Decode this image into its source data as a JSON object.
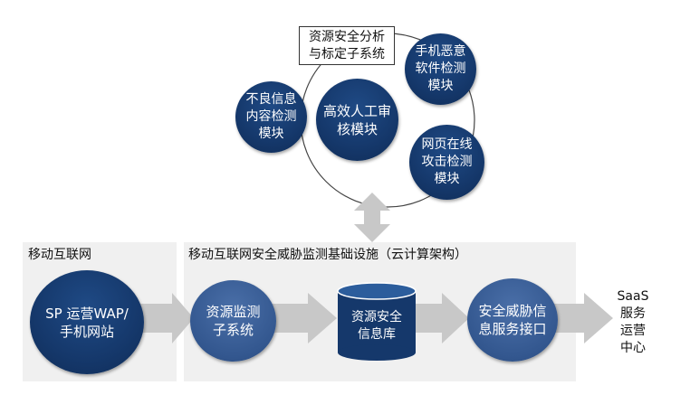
{
  "panels": {
    "mobile_internet": "移动互联网",
    "infrastructure": "移动互联网安全威胁监测基础设施（云计算架构）"
  },
  "top_system": {
    "title": "资源安全分析\n与标定子系统",
    "center": "高效人工审\n核模块",
    "left": "不良信息\n内容检测\n模块",
    "right_top": "手机恶意\n软件检测\n模块",
    "right_bottom": "网页在线\n攻击检测\n模块"
  },
  "flow": {
    "sp": "SP 运营WAP/\n手机网站",
    "monitor": "资源监测\n子系统",
    "db": "资源安全\n信息库",
    "threat": "安全威胁信\n息服务接口",
    "saas": "SaaS\n服务\n运营\n中心"
  },
  "colors": {
    "node_dark": "#15386b",
    "node_light": "#2f5597",
    "arrow": "#c8c8c8",
    "panel": "#f0f0f0"
  }
}
